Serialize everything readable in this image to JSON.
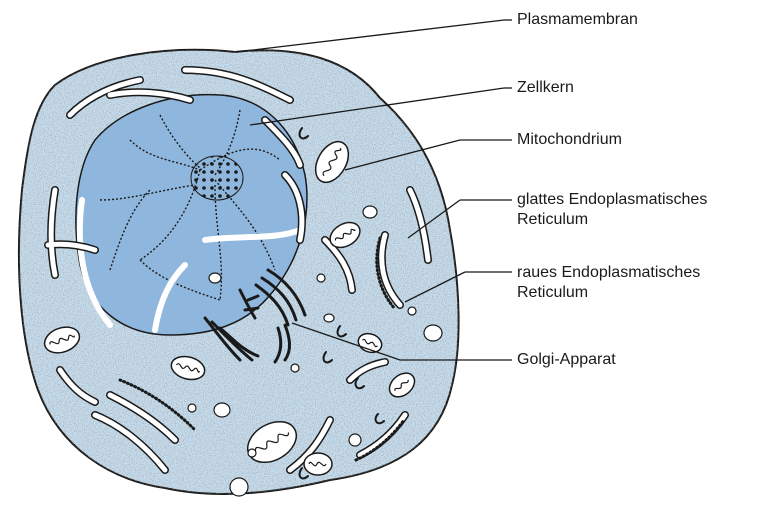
{
  "labels": {
    "plasmamembran": "Plasmamembran",
    "zellkern": "Zellkern",
    "mitochondrium": "Mitochondrium",
    "glattes_er_line1": "glattes Endoplasmatisches",
    "glattes_er_line2": "Reticulum",
    "raues_er_line1": "raues Endoplasmatisches",
    "raues_er_line2": "Reticulum",
    "golgi": "Golgi-Apparat"
  },
  "colors": {
    "cytoplasm": "#c6def0",
    "nucleus": "#8fb6dc",
    "outline": "#1a1a1a",
    "organelle_fill": "#ffffff"
  }
}
